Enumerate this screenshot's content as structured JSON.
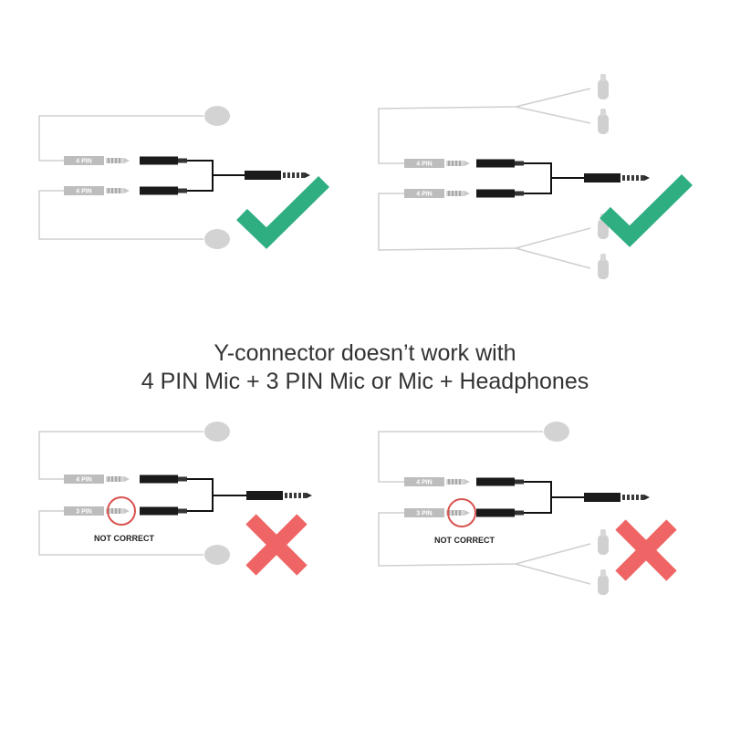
{
  "headline": {
    "line1": "Y-connector doesn’t work with",
    "line2": "4 PIN Mic + 3 PIN Mic or Mic + Headphones"
  },
  "panels": [
    {
      "id": "top-left",
      "verdict": "correct",
      "verdict_icon": "check-icon",
      "top_plug": "4 PIN",
      "bottom_plug": "4 PIN",
      "devices": "mic-mic",
      "note": ""
    },
    {
      "id": "top-right",
      "verdict": "correct",
      "verdict_icon": "check-icon",
      "top_plug": "4 PIN",
      "bottom_plug": "4 PIN",
      "devices": "headphones-headphones",
      "note": ""
    },
    {
      "id": "bottom-left",
      "verdict": "incorrect",
      "verdict_icon": "cross-icon",
      "top_plug": "4 PIN",
      "bottom_plug": "3 PIN",
      "devices": "mic-mic",
      "note": "NOT CORRECT"
    },
    {
      "id": "bottom-right",
      "verdict": "incorrect",
      "verdict_icon": "cross-icon",
      "top_plug": "4 PIN",
      "bottom_plug": "3 PIN",
      "devices": "mic-headphones",
      "note": "NOT CORRECT"
    }
  ],
  "colors": {
    "check": "#2fae82",
    "cross": "#ef6464",
    "cable_light": "#cfcfcf",
    "plug_gray": "#bdbdbd",
    "adapter": "#1a1a1a",
    "highlight_circle": "#d9534f"
  }
}
